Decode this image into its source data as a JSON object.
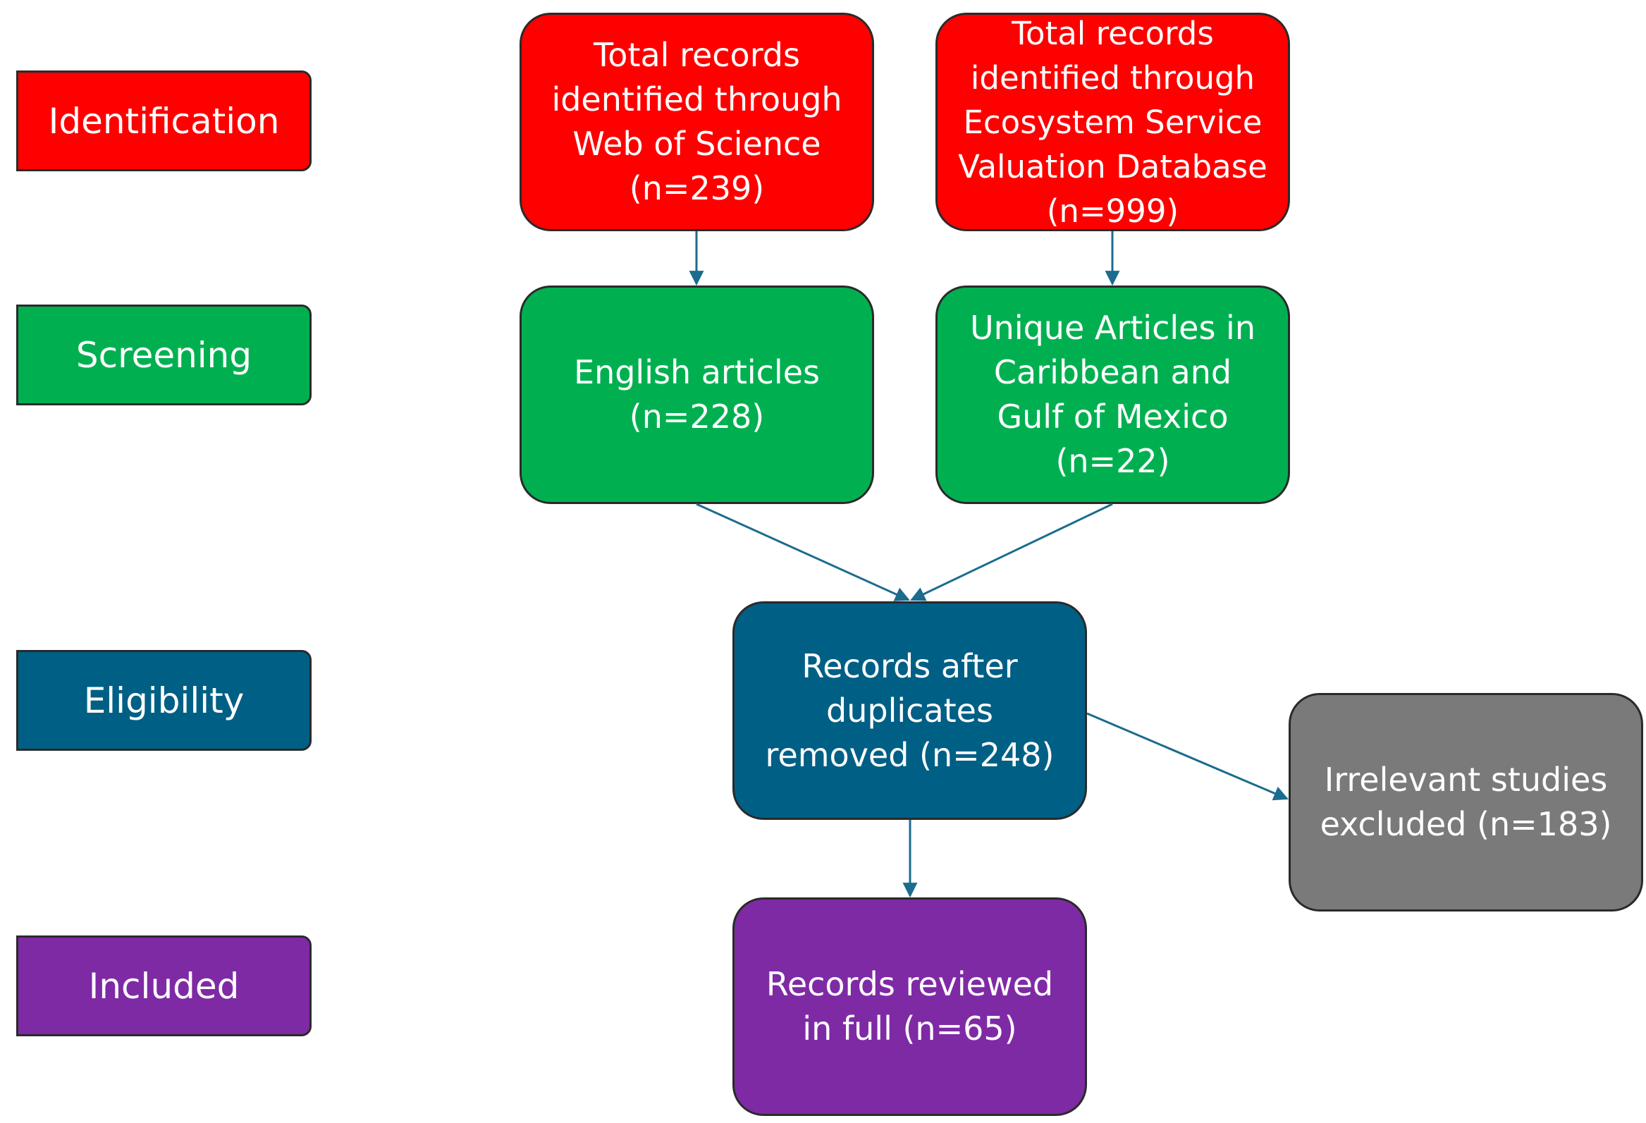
{
  "stages": {
    "identification": "Identification",
    "screening": "Screening",
    "eligibility": "Eligibility",
    "included": "Included"
  },
  "boxes": {
    "wos": "Total records identified through Web of Science (n=239)",
    "esvd": "Total records identified through Ecosystem Service Valuation Database (n=999)",
    "english": "English articles (n=228)",
    "unique": "Unique Articles in Caribbean and Gulf of Mexico (n=22)",
    "dupes": "Records after duplicates removed (n=248)",
    "irrelevant": "Irrelevant studies excluded (n=183)",
    "full": "Records reviewed in full (n=65)"
  },
  "colors": {
    "identification": "#fe0000",
    "screening": "#00b050",
    "eligibility": "#005f85",
    "included": "#7f2aa5",
    "excluded": "#7a7a7a",
    "arrow": "#1b6c8e"
  }
}
